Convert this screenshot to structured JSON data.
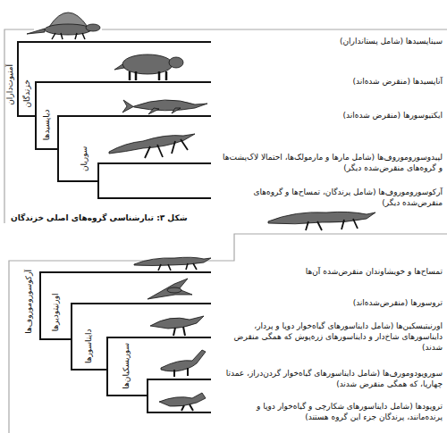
{
  "diagram": {
    "caption": "شکل ۳: تبارشناسی گروه‌های اصلی خزندگان",
    "labels": [
      "آمنیوت‌داران",
      "سیناپسیدها (شامل پستانداران)",
      "خزندگان",
      "آناپسیدها (منقرض شده‌اند)",
      "دیاپسیدها",
      "ایکتیوسورها (منقرض شده‌اند)",
      "سوریان",
      "لپیدوسوروموروف‌ها (شامل مارها و مارمولک‌ها، احتمالا لاک‌پشت‌ها و گروه‌های منقرض‌شده دیگر)",
      "آرکوسوروموروف‌ها (شامل پرندگان، تمساح‌ها و گروه‌های منقرض‌شده دیگر)",
      "آرکوسوروموروف‌ها",
      "تمساح‌ها و خویشاوندان منقرض‌شده آن‌ها",
      "اورنیتودیرها",
      "تروسورها (منقرض‌شده‌اند)",
      "دایناسورها",
      "اورنیتیسکین‌ها (شامل دایناسورهای گیاه‌خوار دوپا و پردار، دایناسورهای شاخ‌دار و دایناسورهای زره‌پوش که همگی منقرض شدند)",
      "سوریسکیان‌ها",
      "سوروپودومورف‌ها (شامل دایناسورهای گیاه‌خوار گردن‌دراز، عمدتا چهارپا، که همگی منقرض شدند)",
      "تروپودها (شامل دایناسورهای شکارچی و گیاه‌خوار دوپا و پرنده‌مانند، پرندگان جزء این گروه هستند)"
    ]
  }
}
